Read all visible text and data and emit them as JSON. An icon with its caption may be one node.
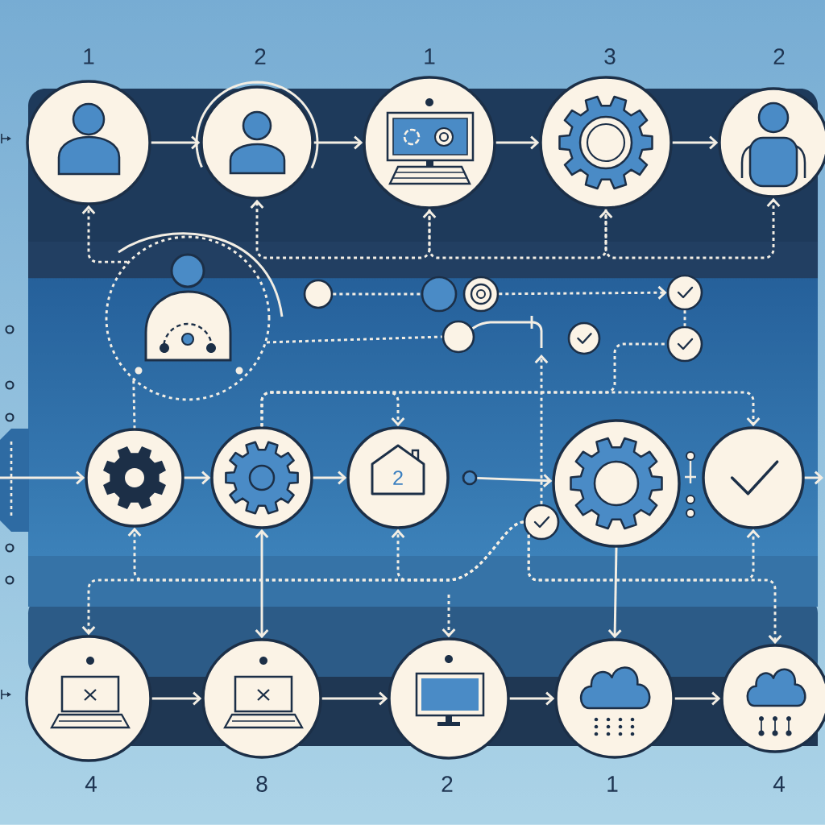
{
  "diagram": {
    "nodes": [
      {
        "text": [],
        "shape": "circle",
        "beside": [
          "1"
        ]
      },
      {
        "text": [],
        "shape": "circle",
        "beside": [
          "2"
        ]
      },
      {
        "text": [],
        "shape": "circle",
        "beside": [
          "1"
        ]
      },
      {
        "text": [],
        "shape": "circle",
        "beside": [
          "3"
        ]
      },
      {
        "text": [],
        "shape": "circle",
        "beside": [
          "2"
        ]
      },
      {
        "text": [],
        "shape": "circle"
      },
      {
        "text": [],
        "shape": "circle"
      },
      {
        "text": [],
        "shape": "circle"
      },
      {
        "text": [],
        "shape": "circle"
      },
      {
        "text": [],
        "shape": "circle"
      },
      {
        "text": [],
        "shape": "circle"
      },
      {
        "text": [],
        "shape": "circle"
      },
      {
        "text": [],
        "shape": "circle"
      },
      {
        "text": [],
        "shape": "circle"
      },
      {
        "text": [],
        "shape": "circle"
      },
      {
        "text": [
          "2"
        ]
      },
      {
        "text": [],
        "shape": "circle"
      },
      {
        "text": [],
        "shape": "circle"
      },
      {
        "text": [],
        "shape": "circle"
      },
      {
        "text": [],
        "shape": "circle"
      },
      {
        "text": [],
        "shape": "circle",
        "beside": [
          "4"
        ]
      },
      {
        "text": [],
        "shape": "circle",
        "beside": [
          "8"
        ]
      },
      {
        "text": [],
        "shape": "circle",
        "beside": [
          "2"
        ]
      },
      {
        "text": [],
        "shape": "circle",
        "beside": [
          "1"
        ]
      },
      {
        "text": [],
        "shape": "circle",
        "beside": [
          "4"
        ]
      }
    ],
    "edges": [
      {
        "from": 0,
        "to": 1,
        "arrow": "to"
      },
      {
        "from": 1,
        "to": 2,
        "arrow": "to"
      },
      {
        "from": 2,
        "to": 3,
        "arrow": "to"
      },
      {
        "from": 3,
        "to": 4,
        "arrow": "to"
      },
      {
        "from": 5,
        "to": 0,
        "arrow": "to",
        "style": "dashed"
      },
      {
        "from": 1,
        "to": 2,
        "arrow": "both",
        "style": "dashed"
      },
      {
        "from": 2,
        "to": 3,
        "arrow": "to",
        "style": "dashed"
      },
      {
        "from": 3,
        "to": 4,
        "arrow": "to",
        "style": "dashed"
      },
      {
        "from": 6,
        "to": 7,
        "arrow": "none",
        "style": "dashed"
      },
      {
        "from": 8,
        "to": 9,
        "arrow": "to",
        "style": "dashed"
      },
      {
        "from": 9,
        "to": 12,
        "arrow": "none",
        "style": "dashed"
      },
      {
        "from": 5,
        "to": 10,
        "arrow": "none",
        "style": "dashed"
      },
      {
        "from": 10,
        "to": null,
        "arrow": "none"
      },
      {
        "from": 17,
        "to": null,
        "arrow": "to",
        "style": "dashed"
      },
      {
        "from": 14,
        "to": 12,
        "arrow": "none",
        "style": "dashed"
      },
      {
        "from": null,
        "to": 13,
        "arrow": "to"
      },
      {
        "from": 13,
        "to": 14,
        "arrow": "to"
      },
      {
        "from": 14,
        "to": 15,
        "arrow": "to"
      },
      {
        "from": 16,
        "to": 18,
        "arrow": "to"
      },
      {
        "from": 19,
        "to": null,
        "arrow": "to"
      },
      {
        "from": 5,
        "to": 13,
        "arrow": "none",
        "style": "dashed"
      },
      {
        "from": 14,
        "to": 15,
        "arrow": "to",
        "style": "dashed"
      },
      {
        "from": 14,
        "to": 19,
        "arrow": "to",
        "style": "dashed"
      },
      {
        "from": 17,
        "to": 13,
        "arrow": "to",
        "style": "dashed"
      },
      {
        "from": 17,
        "to": 15,
        "arrow": "to",
        "style": "dashed"
      },
      {
        "from": 17,
        "to": 20,
        "arrow": "to",
        "style": "dashed"
      },
      {
        "from": 17,
        "to": 19,
        "arrow": "to",
        "style": "dashed"
      },
      {
        "from": 17,
        "to": 24,
        "arrow": "to",
        "style": "dashed"
      },
      {
        "from": 14,
        "to": 21,
        "arrow": "both"
      },
      {
        "from": 18,
        "to": 23,
        "arrow": "to"
      },
      {
        "from": null,
        "to": 22,
        "arrow": "to",
        "style": "dashed"
      },
      {
        "from": 20,
        "to": 21,
        "arrow": "to"
      },
      {
        "from": 21,
        "to": 22,
        "arrow": "to"
      },
      {
        "from": 22,
        "to": 23,
        "arrow": "to"
      },
      {
        "from": 23,
        "to": 24,
        "arrow": "to"
      }
    ]
  }
}
